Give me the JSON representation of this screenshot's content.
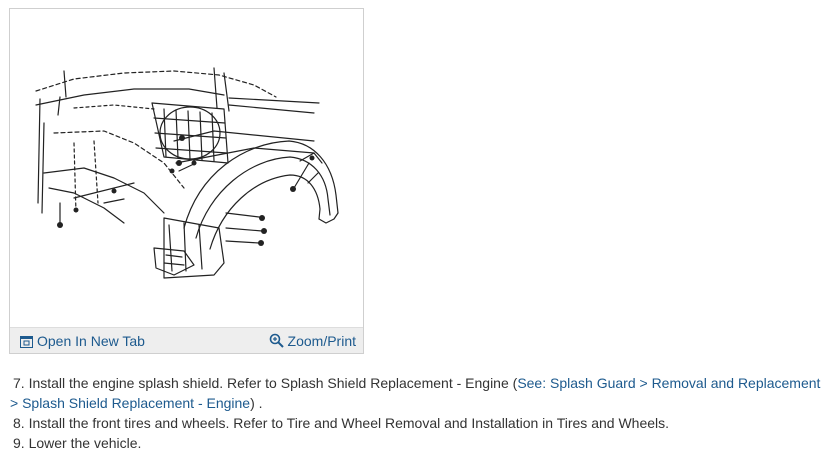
{
  "figure": {
    "open_label": "Open In New Tab",
    "zoom_label": "Zoom/Print"
  },
  "steps": [
    {
      "number": "7.",
      "text": "Install the engine splash shield. Refer to Splash Shield Replacement - Engine (",
      "link": "See: Splash Guard > Removal and Replacement > Splash Shield Replacement - Engine",
      "after": ") ."
    },
    {
      "number": "8.",
      "text": "Install the front tires and wheels. Refer to Tire and Wheel Removal and Installation in Tires and Wheels."
    },
    {
      "number": "9.",
      "text": "Lower the vehicle."
    }
  ],
  "colors": {
    "link": "#1d5a8e",
    "text": "#333333",
    "bar_bg": "#eeeeee"
  },
  "icons": {
    "open": "open-new-tab-icon",
    "zoom": "zoom-magnifier-icon"
  }
}
